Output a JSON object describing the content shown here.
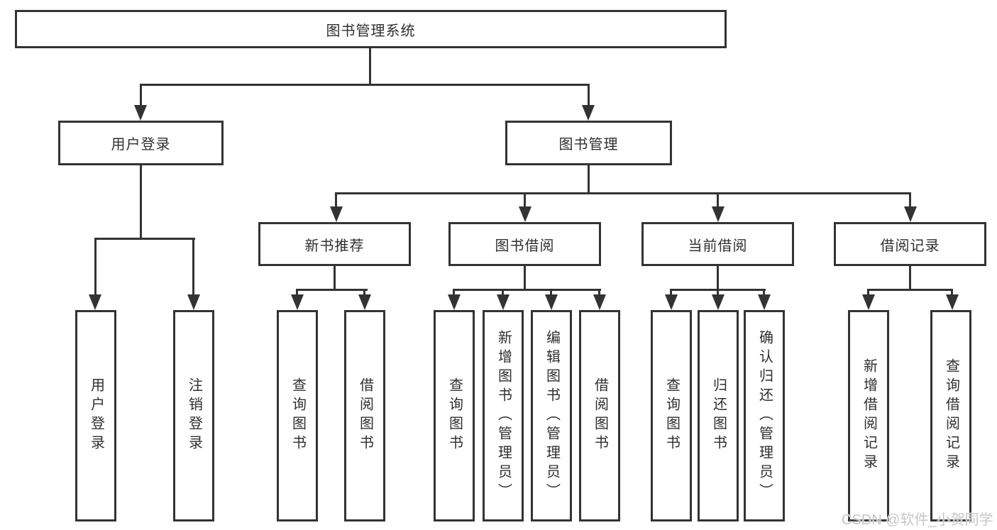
{
  "diagram_title": "图书管理系统",
  "tree": {
    "label": "图书管理系统",
    "children": [
      {
        "label": "用户登录",
        "children": [
          {
            "label": "用户登录"
          },
          {
            "label": "注销登录"
          }
        ]
      },
      {
        "label": "图书管理",
        "children": [
          {
            "label": "新书推荐",
            "children": [
              {
                "label": "查询图书"
              },
              {
                "label": "借阅图书"
              }
            ]
          },
          {
            "label": "图书借阅",
            "children": [
              {
                "label": "查询图书"
              },
              {
                "label": "新增图书（管理员）"
              },
              {
                "label": "编辑图书（管理员）"
              },
              {
                "label": "借阅图书"
              }
            ]
          },
          {
            "label": "当前借阅",
            "children": [
              {
                "label": "查询图书"
              },
              {
                "label": "归还图书"
              },
              {
                "label": "确认归还（管理员）"
              }
            ]
          },
          {
            "label": "借阅记录",
            "children": [
              {
                "label": "新增借阅记录"
              },
              {
                "label": "查询借阅记录"
              }
            ]
          }
        ]
      }
    ]
  },
  "watermark": {
    "text": "CSDN @软件_小贺同学",
    "color": "#c6c6c6"
  },
  "colors": {
    "line": "#333333",
    "text": "#2f2f2f",
    "background": "#ffffff"
  }
}
